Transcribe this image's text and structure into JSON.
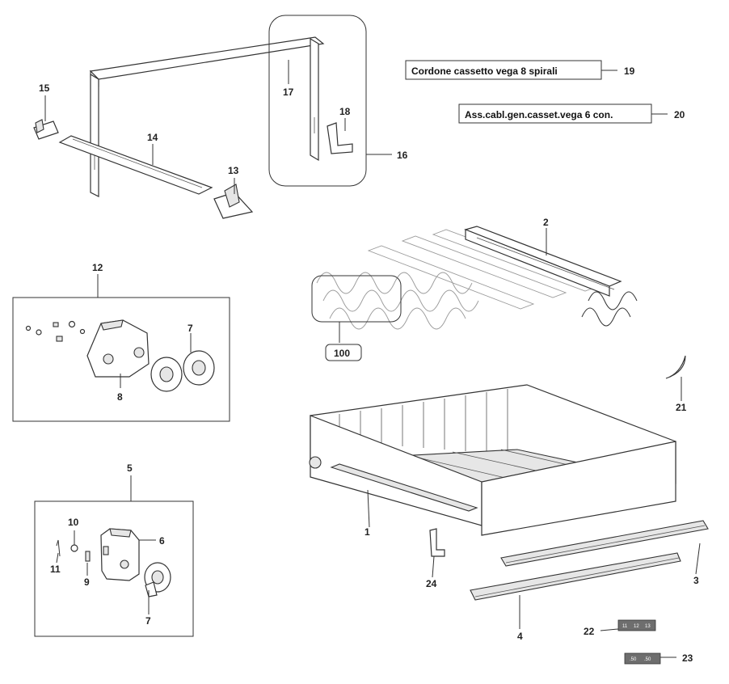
{
  "callouts": {
    "c1": "1",
    "c2": "2",
    "c3": "3",
    "c4": "4",
    "c5": "5",
    "c6": "6",
    "c7a": "7",
    "c7b": "7",
    "c8": "8",
    "c9": "9",
    "c10": "10",
    "c11": "11",
    "c12": "12",
    "c13": "13",
    "c14": "14",
    "c15": "15",
    "c16": "16",
    "c17": "17",
    "c18": "18",
    "c19": "19",
    "c20": "20",
    "c21": "21",
    "c22": "22",
    "c23": "23",
    "c24": "24",
    "c100": "100"
  },
  "labels": {
    "cable_19": "Cordone cassetto vega 8 spirali",
    "cable_20": "Ass.cabl.gen.casset.vega 6 con."
  },
  "chips": {
    "chip22": [
      "11",
      "12",
      "13"
    ],
    "chip23": [
      ".50",
      ".50"
    ]
  },
  "colors": {
    "line": "#333333",
    "chip": "#6e6e6e"
  }
}
